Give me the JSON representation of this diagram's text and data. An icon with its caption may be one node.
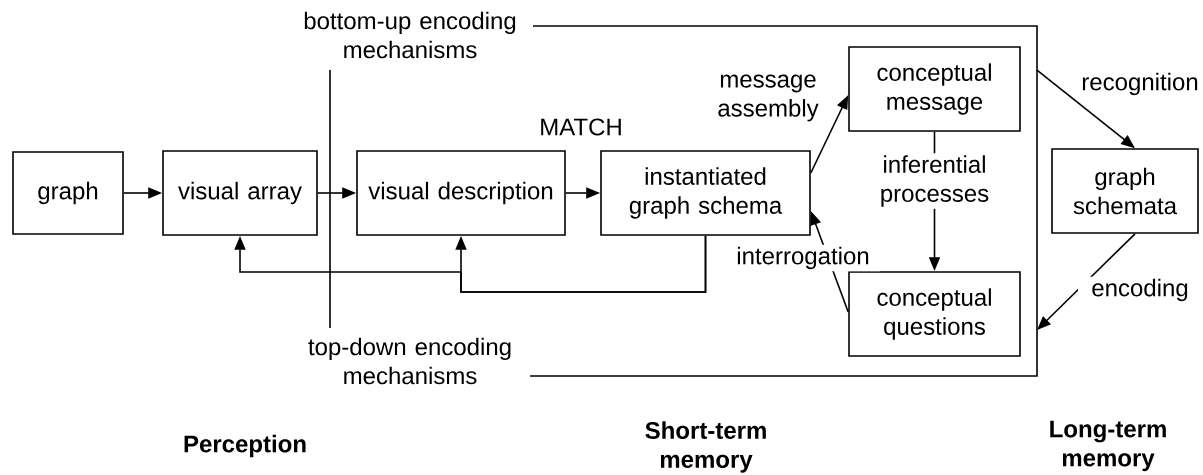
{
  "diagram": {
    "nodes": [
      {
        "text": [
          "graph"
        ]
      },
      {
        "text": [
          "visual array"
        ]
      },
      {
        "text": [
          "visual description"
        ]
      },
      {
        "text": [
          "instantiated graph schema"
        ]
      },
      {
        "text": [
          "conceptual message"
        ]
      },
      {
        "text": [
          "conceptual questions"
        ]
      },
      {
        "text": [
          "graph schemata"
        ]
      }
    ],
    "edges": [
      {
        "from": 0,
        "to": 1,
        "arrow": "to"
      },
      {
        "from": 1,
        "to": 2,
        "arrow": "to"
      },
      {
        "from": 2,
        "to": 3,
        "arrow": "to"
      },
      {
        "from": 3,
        "to": 4,
        "arrow": "to",
        "label": "message assembly"
      },
      {
        "from": 4,
        "to": 5,
        "arrow": "to",
        "label": "inferential processes"
      },
      {
        "from": 5,
        "to": 3,
        "arrow": "to",
        "label": "interrogation"
      },
      {
        "from": null,
        "to": 6,
        "arrow": "to",
        "label": "recognition"
      },
      {
        "from": 6,
        "to": null,
        "arrow": "to",
        "label": "encoding"
      },
      {
        "from": 3,
        "to": 2,
        "arrow": "to"
      },
      {
        "from": 3,
        "to": 1,
        "arrow": "to"
      }
    ],
    "labels": [
      "bottom-up encoding mechanisms",
      "MATCH",
      "top-down encoding mechanisms",
      "Perception",
      "Short-term memory",
      "Long-term memory"
    ]
  }
}
